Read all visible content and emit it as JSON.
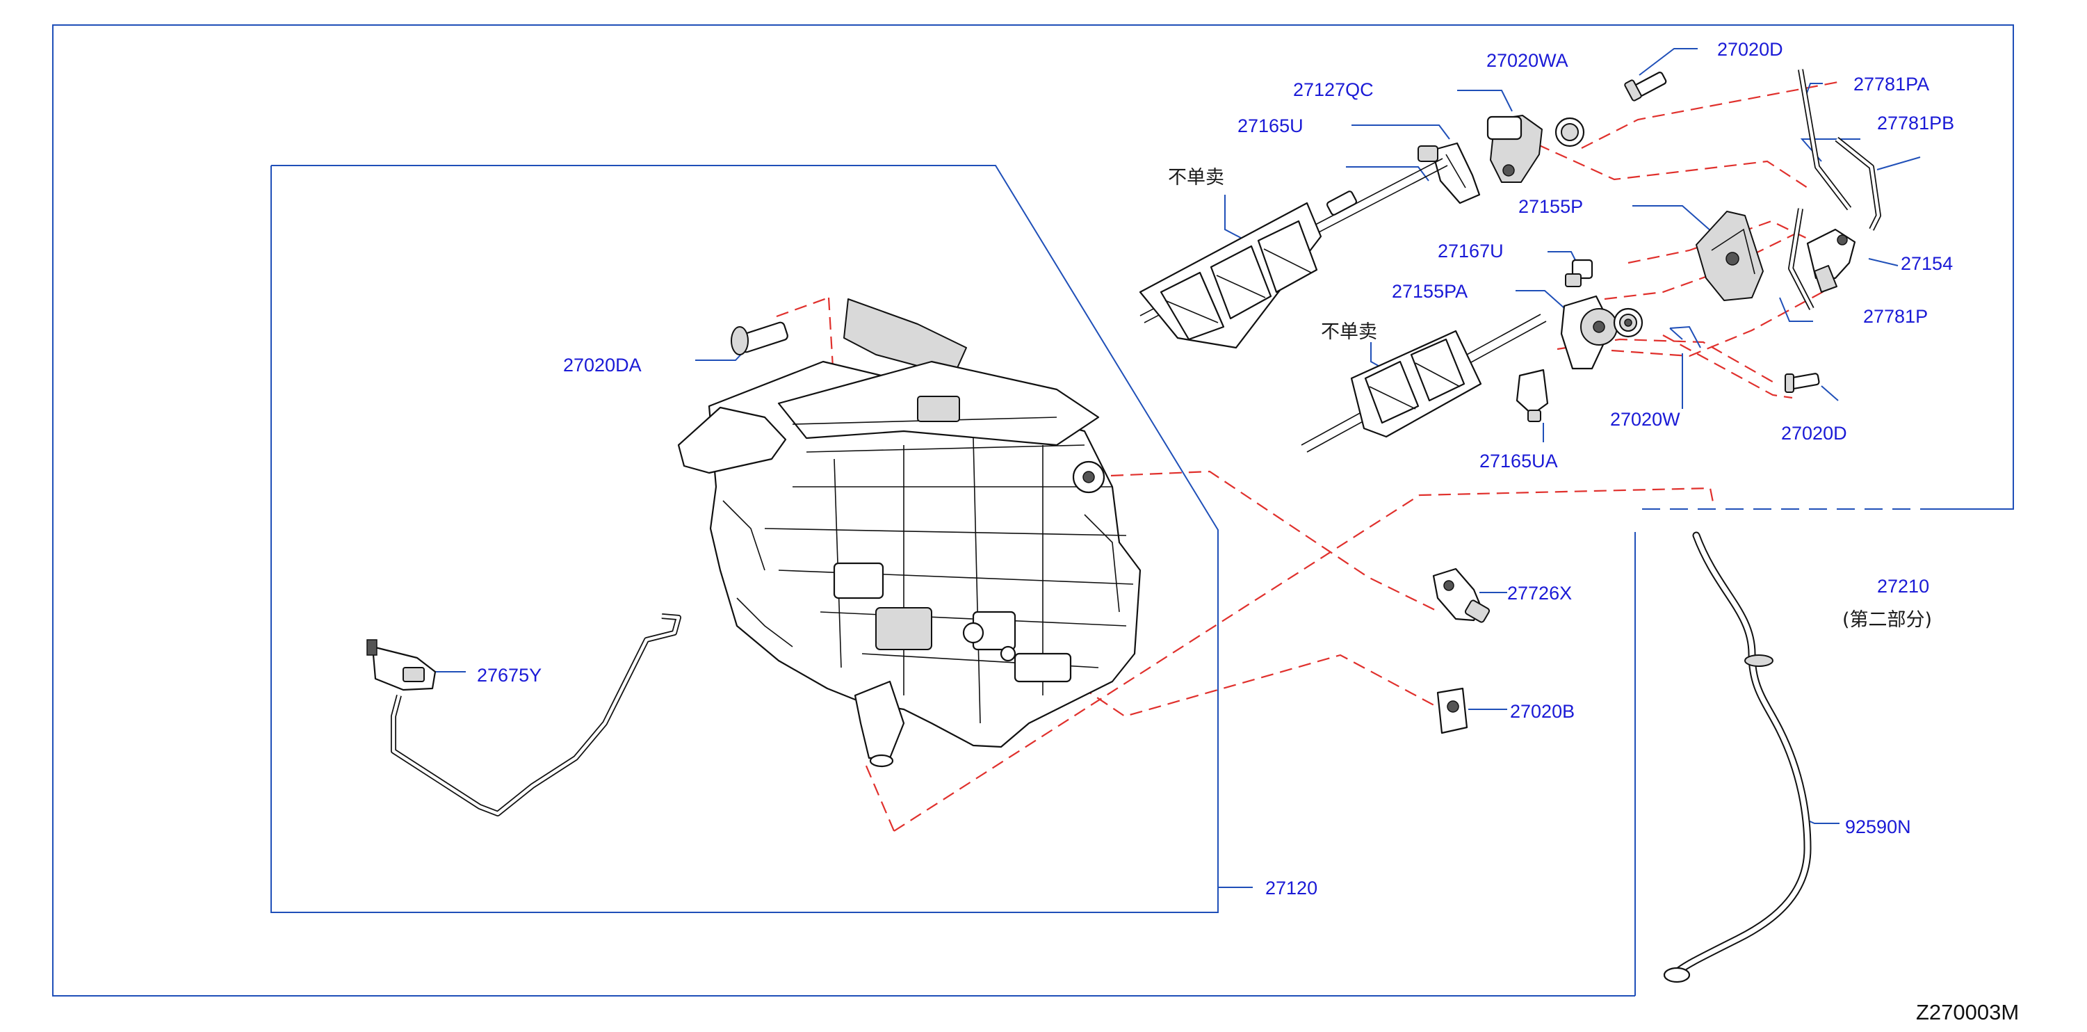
{
  "diagram_code": "Z270003M",
  "callouts": {
    "p27020D_top": "27020D",
    "p27020WA": "27020WA",
    "p27127QC": "27127QC",
    "p27165U": "27165U",
    "p27781PA": "27781PA",
    "p27781PB": "27781PB",
    "p27155P": "27155P",
    "p27154": "27154",
    "p27167U": "27167U",
    "p27155PA": "27155PA",
    "p27781P": "27781P",
    "p27020W": "27020W",
    "p27020D_bottom": "27020D",
    "p27165UA": "27165UA",
    "p27020DA": "27020DA",
    "p27726X": "27726X",
    "p27675Y": "27675Y",
    "p27020B": "27020B",
    "p27210": "27210",
    "p27210_note": "(第二部分)",
    "p92590N": "92590N",
    "p27120": "27120",
    "not_sold_1": "不单卖",
    "not_sold_2": "不单卖"
  },
  "colors": {
    "callout_text": "#1a1ad6",
    "frame_line": "#1f4fb8",
    "exploded_line": "#e0302c",
    "part_outline": "#111111"
  },
  "icons": [
    "heater-unit-assembly",
    "door-shaft-assembly",
    "servo-motor-actuator",
    "lever",
    "link-rod",
    "screw",
    "clip",
    "thermistor-sensor",
    "harness-connector",
    "drain-hose"
  ]
}
